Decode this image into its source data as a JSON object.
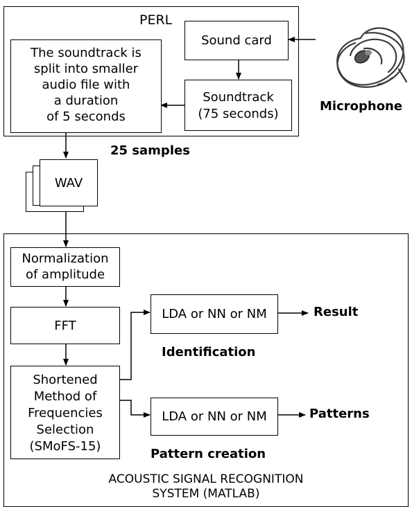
{
  "perl": {
    "title": "PERL",
    "split_box": [
      "The soundtrack is",
      "split into smaller",
      "audio file with",
      "a duration",
      "of 5 seconds"
    ],
    "sound_card": "Sound card",
    "soundtrack": [
      "Soundtrack",
      "(75 seconds)"
    ]
  },
  "microphone_label": "Microphone",
  "samples_label": "25 samples",
  "wav_label": "WAV",
  "matlab": {
    "normalization": [
      "Normalization",
      "of amplitude"
    ],
    "fft": "FFT",
    "smofs": [
      "Shortened",
      "Method of",
      "Frequencies",
      "Selection",
      "(SMoFS-15)"
    ],
    "classifier_top": "LDA or NN or NM",
    "classifier_bottom": "LDA or NN or NM",
    "result": "Result",
    "patterns": "Patterns",
    "identification": "Identification",
    "pattern_creation": "Pattern creation",
    "system_title": [
      "ACOUSTIC SIGNAL RECOGNITION",
      "SYSTEM (MATLAB)"
    ]
  },
  "colors": {
    "line": "#000000",
    "microphone": "#3a3a3a"
  }
}
